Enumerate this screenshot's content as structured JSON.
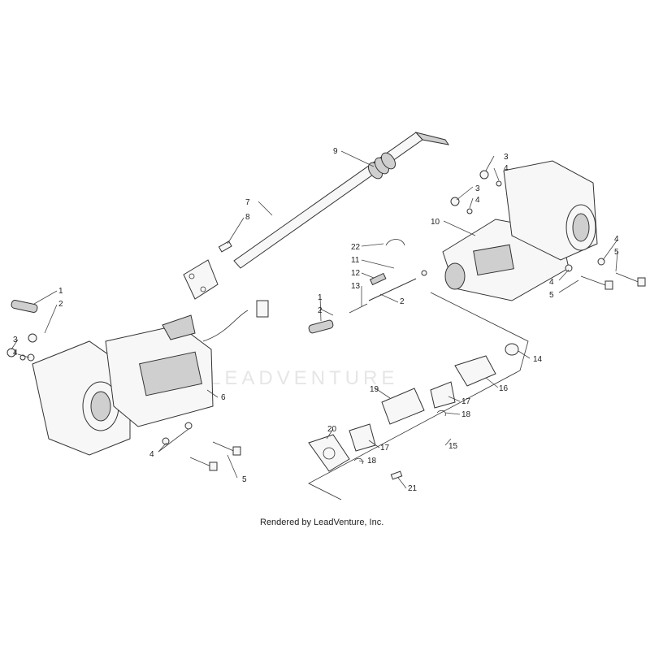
{
  "footer": "Rendered by LeadVenture, Inc.",
  "watermark": "LEADVENTURE",
  "callouts": [
    {
      "id": "c9",
      "label": "9"
    },
    {
      "id": "c7",
      "label": "7"
    },
    {
      "id": "c8",
      "label": "8"
    },
    {
      "id": "c3a",
      "label": "3"
    },
    {
      "id": "c4a",
      "label": "4"
    },
    {
      "id": "c3b",
      "label": "3"
    },
    {
      "id": "c4b",
      "label": "4"
    },
    {
      "id": "c10",
      "label": "10"
    },
    {
      "id": "c4c",
      "label": "4"
    },
    {
      "id": "c5c",
      "label": "5"
    },
    {
      "id": "c4d",
      "label": "4"
    },
    {
      "id": "c5d",
      "label": "5"
    },
    {
      "id": "c22",
      "label": "22"
    },
    {
      "id": "c11",
      "label": "11"
    },
    {
      "id": "c12",
      "label": "12"
    },
    {
      "id": "c13",
      "label": "13"
    },
    {
      "id": "c1r",
      "label": "1"
    },
    {
      "id": "c2r",
      "label": "2"
    },
    {
      "id": "c2m",
      "label": "2"
    },
    {
      "id": "c1l",
      "label": "1"
    },
    {
      "id": "c2l",
      "label": "2"
    },
    {
      "id": "c3l",
      "label": "3"
    },
    {
      "id": "c4l",
      "label": "4"
    },
    {
      "id": "c6",
      "label": "6"
    },
    {
      "id": "c4e",
      "label": "4"
    },
    {
      "id": "c5e",
      "label": "5"
    },
    {
      "id": "c14",
      "label": "14"
    },
    {
      "id": "c16",
      "label": "16"
    },
    {
      "id": "c19",
      "label": "19"
    },
    {
      "id": "c17a",
      "label": "17"
    },
    {
      "id": "c18a",
      "label": "18"
    },
    {
      "id": "c20",
      "label": "20"
    },
    {
      "id": "c17b",
      "label": "17"
    },
    {
      "id": "c18b",
      "label": "18"
    },
    {
      "id": "c15",
      "label": "15"
    },
    {
      "id": "c21",
      "label": "21"
    }
  ]
}
